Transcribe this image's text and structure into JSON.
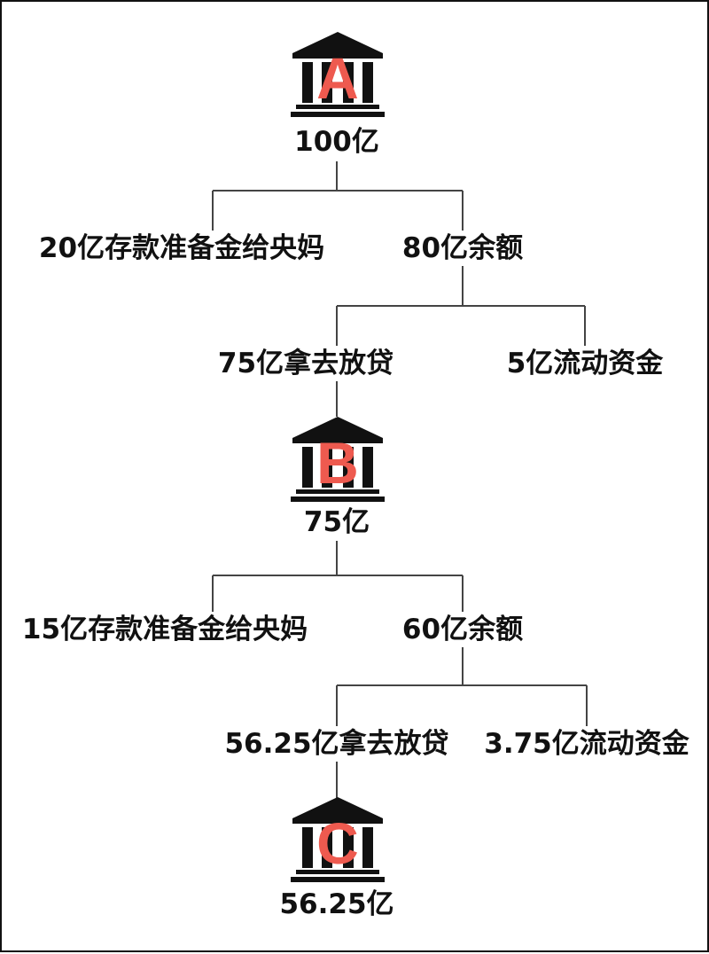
{
  "banks": [
    {
      "letter": "A",
      "amount": "100亿"
    },
    {
      "letter": "B",
      "amount": "75亿"
    },
    {
      "letter": "C",
      "amount": "56.25亿"
    }
  ],
  "level_a": {
    "reserve": "20亿存款准备金给央妈",
    "balance": "80亿余额",
    "loan": "75亿拿去放贷",
    "liquid": "5亿流动资金"
  },
  "level_b": {
    "reserve": "15亿存款准备金给央妈",
    "balance": "60亿余额",
    "loan": "56.25亿拿去放贷",
    "liquid": "3.75亿流动资金"
  },
  "colors": {
    "letter": "#ee5a4f",
    "ink": "#111111",
    "line": "#444444"
  },
  "icon": "bank-building-icon"
}
